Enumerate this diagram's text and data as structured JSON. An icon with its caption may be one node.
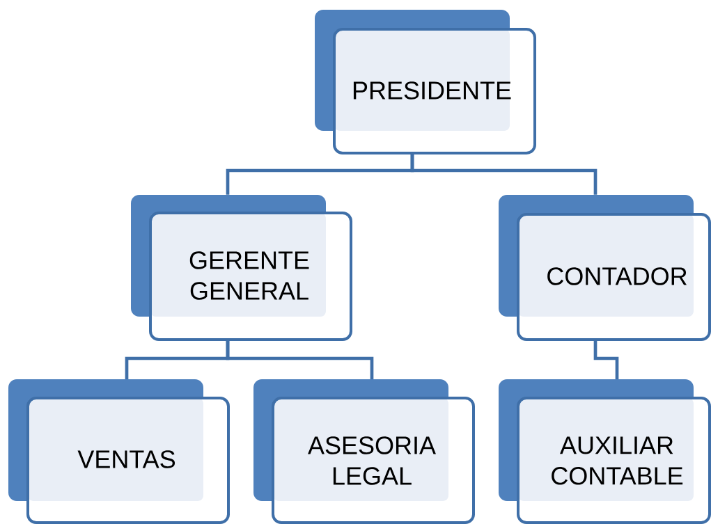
{
  "diagram": {
    "nodes": [
      {
        "text": [
          "PRESIDENTE"
        ]
      },
      {
        "text": [
          "GERENTE GENERAL"
        ]
      },
      {
        "text": [
          "CONTADOR"
        ]
      },
      {
        "text": [
          "VENTAS"
        ]
      },
      {
        "text": [
          "ASESORIA LEGAL"
        ]
      },
      {
        "text": [
          "AUXILIAR CONTABLE"
        ]
      }
    ],
    "edges": [
      {
        "from": 0,
        "to": 1,
        "arrow": "none"
      },
      {
        "from": 0,
        "to": 2,
        "arrow": "none"
      },
      {
        "from": 1,
        "to": 3,
        "arrow": "none"
      },
      {
        "from": 1,
        "to": 4,
        "arrow": "none"
      },
      {
        "from": 2,
        "to": 5,
        "arrow": "none"
      }
    ]
  }
}
